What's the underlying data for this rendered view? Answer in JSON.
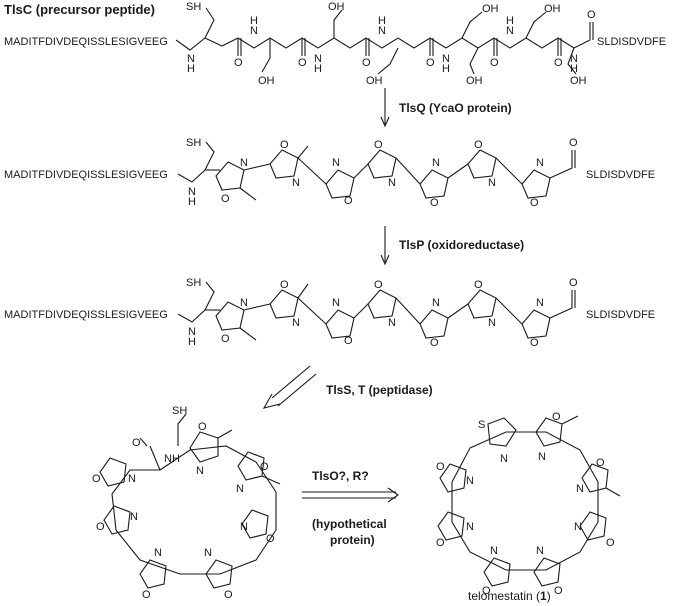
{
  "title": "TlsC (precursor peptide)",
  "leader_sequence": "MADITFDIVDEQISSLESIGVEEG",
  "tail_sequence": "SLDISDVDFE",
  "atoms": {
    "sh": "SH",
    "h": "H",
    "n": "N",
    "o": "O",
    "oh": "OH",
    "s": "S",
    "nh": "NH"
  },
  "steps": [
    {
      "enzyme": "TlsQ (YcaO protein)"
    },
    {
      "enzyme": "TlsP (oxidoreductase)"
    },
    {
      "enzyme": "TlsS, T (peptidase)"
    },
    {
      "enzyme": "TlsO?, R?",
      "note_line1": "(hypothetical",
      "note_line2": "protein)"
    }
  ],
  "product": {
    "name": "telomestatin (",
    "number": "1",
    "close": ")"
  }
}
